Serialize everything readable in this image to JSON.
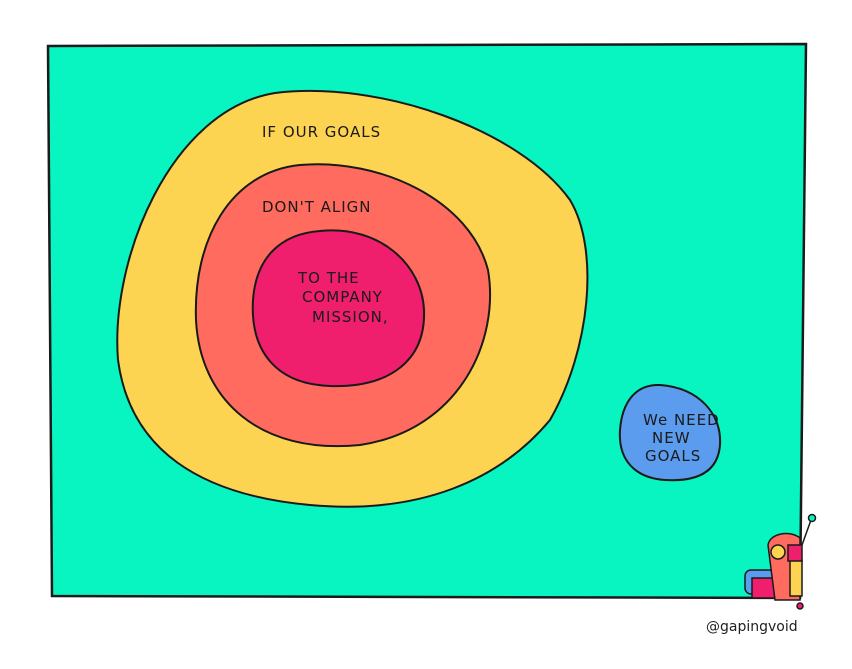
{
  "cartoon": {
    "outer_ring_text": "IF OUR GOALS",
    "middle_ring_text": "DON'T ALIGN",
    "inner_lines": [
      "TO THE",
      "COMPANY",
      "MISSION,"
    ],
    "bubble_lines": [
      "We NEED",
      "NEW",
      "GOALS"
    ],
    "credit": "@gapingvoid"
  },
  "colors": {
    "background": "#08F4C0",
    "outer": "#FDD452",
    "middle": "#FF6B5E",
    "inner": "#EF1F6E",
    "bubble": "#5C9CEE"
  }
}
